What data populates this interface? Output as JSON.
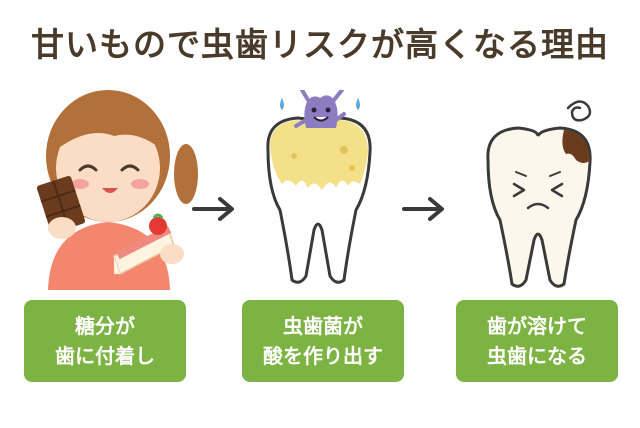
{
  "title": "甘いもので虫歯リスクが高くなる理由",
  "steps": [
    {
      "line1": "糖分が",
      "line2": "歯に付着し",
      "icon": "girl-eating-sweets"
    },
    {
      "line1": "虫歯菌が",
      "line2": "酸を作り出す",
      "icon": "germ-on-tooth"
    },
    {
      "line1": "歯が溶けて",
      "line2": "虫歯になる",
      "icon": "decayed-tooth"
    }
  ],
  "colors": {
    "caption_bg": "#7cb342",
    "title_text": "#4a3a2a",
    "plaque": "#f5e08a",
    "germ": "#8c7cc0",
    "decay": "#6b3b1e"
  }
}
